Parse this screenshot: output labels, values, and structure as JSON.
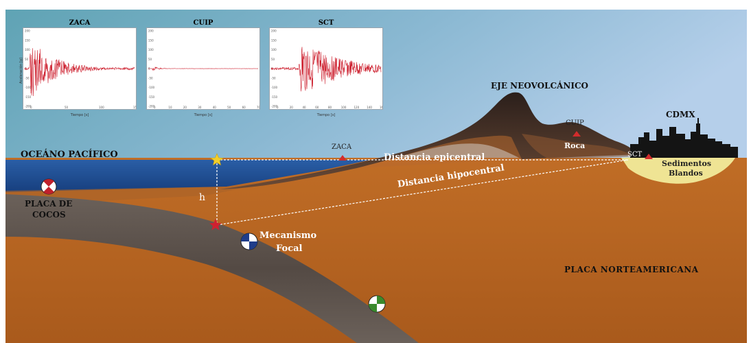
{
  "labels": {
    "ocean": "OCEÁNO PACÍFICO",
    "eje": "EJE NEOVOLCÁNICO",
    "cdmx": "CDMX",
    "placa_cocos_1": "PLACA DE",
    "placa_cocos_2": "COCOS",
    "placa_norte": "PLACA NORTEAMERICANA",
    "mecanismo_1": "Mecanismo",
    "mecanismo_2": "Focal",
    "roca": "Roca",
    "sedimentos_1": "Sedimentos",
    "sedimentos_2": "Blandos",
    "dist_epi": "Distancia epicentral",
    "dist_hipo": "Distancia hipocentral",
    "h": "h"
  },
  "stations": {
    "zaca": "ZACA",
    "cuip": "CUIP",
    "sct": "SCT"
  },
  "seismograms": [
    {
      "title": "ZACA",
      "xlabel": "Tiempo [s]",
      "ylabel": "Aceleración [g]",
      "yticks": [
        "200",
        "150",
        "100",
        "50",
        "0",
        "-50",
        "-100",
        "-150",
        "-200"
      ],
      "xticks": [
        "0",
        "50",
        "100",
        "150"
      ]
    },
    {
      "title": "CUIP",
      "xlabel": "Tiempo [s]",
      "ylabel": "",
      "yticks": [
        "200",
        "150",
        "100",
        "50",
        "0",
        "-50",
        "-100",
        "-150",
        "-200"
      ],
      "xticks": [
        "0",
        "10",
        "20",
        "30",
        "40",
        "50",
        "60",
        "70"
      ]
    },
    {
      "title": "SCT",
      "xlabel": "Tiempo [s]",
      "ylabel": "",
      "yticks": [
        "200",
        "150",
        "100",
        "50",
        "0",
        "-50",
        "-100",
        "-150",
        "-200"
      ],
      "xticks": [
        "0",
        "20",
        "40",
        "60",
        "80",
        "100",
        "120",
        "140",
        "160"
      ]
    }
  ],
  "colors": {
    "sky_top": "#6aaab8",
    "sky_bottom": "#a9c6e4",
    "ocean": "#1f4f95",
    "crust": "#b86522",
    "slab": "#5e534d",
    "volcanic": "#3a2a24",
    "sediment": "#efe494",
    "trace": "#cc1b2a",
    "station": "#d22c2c",
    "epicenter": "#f2cf2a",
    "hypocenter": "#d02030"
  }
}
